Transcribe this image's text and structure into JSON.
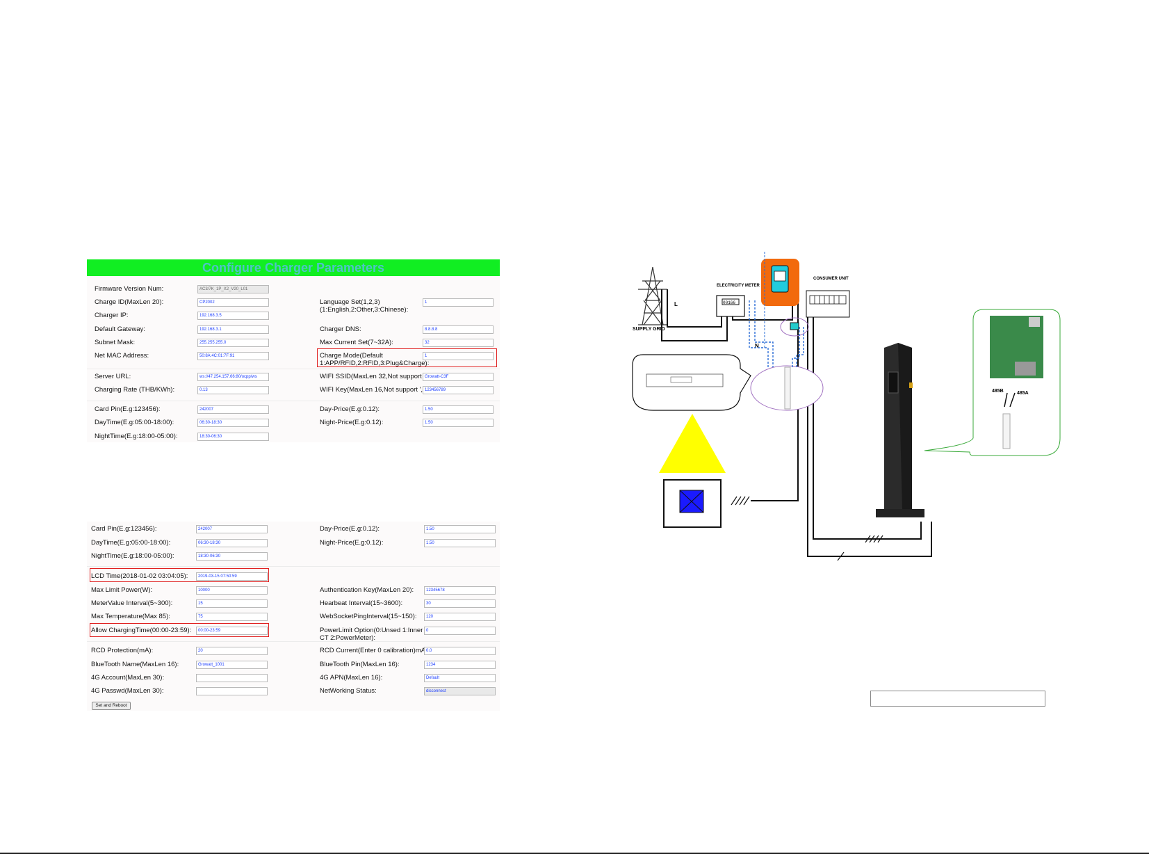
{
  "page1": {
    "title": "Configure Charger Parameters",
    "firmware": {
      "label": "Firmware Version Num:",
      "value": "AC3/7K_1P_X2_V20_L01"
    },
    "charge_id": {
      "label": "Charge ID(MaxLen 20):",
      "value": "CP2002"
    },
    "language": {
      "label": "Language Set(1,2,3) (1:English,2:Other,3:Chinese):",
      "value": "1"
    },
    "charger_ip": {
      "label": "Charger IP:",
      "value": "192.168.3.5"
    },
    "gateway": {
      "label": "Default Gateway:",
      "value": "192.168.3.1"
    },
    "dns": {
      "label": "Charger DNS:",
      "value": "8.8.8.8"
    },
    "subnet": {
      "label": "Subnet Mask:",
      "value": "255.255.255.0"
    },
    "max_current": {
      "label": "Max Current Set(7~32A):",
      "value": "32"
    },
    "mac": {
      "label": "Net MAC Address:",
      "value": "50:8A:4C:01:7F:91"
    },
    "charge_mode": {
      "label": "Charge Mode(Default 1:APP/RFID,2:RFID,3:Plug&Charge):",
      "value": "1"
    },
    "server_url": {
      "label": "Server URL:",
      "value": "ws://47.254.157.66:80/ocpp/ws"
    },
    "wifi_ssid": {
      "label": "WIFI SSID(MaxLen 32,Not support ','):",
      "value": "Growatt-C3F"
    },
    "charging_rate": {
      "label": "Charging Rate (THB/KWh):",
      "value": "0.13"
    },
    "wifi_key": {
      "label": "WIFI Key(MaxLen 16,Not support ','):",
      "value": "123456789"
    },
    "card_pin": {
      "label": "Card Pin(E.g:123456):",
      "value": "242007"
    },
    "day_price": {
      "label": "Day-Price(E.g:0.12):",
      "value": "1.50"
    },
    "daytime": {
      "label": "DayTime(E.g:05:00-18:00):",
      "value": "06:30-18:30"
    },
    "night_price": {
      "label": "Night-Price(E.g:0.12):",
      "value": "1.50"
    },
    "nighttime": {
      "label": "NightTime(E.g:18:00-05:00):",
      "value": "18:30-06:30"
    }
  },
  "page2": {
    "card_pin": {
      "label": "Card Pin(E.g:123456):",
      "value": "242007"
    },
    "day_price": {
      "label": "Day-Price(E.g:0.12):",
      "value": "1.50"
    },
    "daytime": {
      "label": "DayTime(E.g:05:00-18:00):",
      "value": "06:30-18:30"
    },
    "night_price": {
      "label": "Night-Price(E.g:0.12):",
      "value": "1.50"
    },
    "nighttime": {
      "label": "NightTime(E.g:18:00-05:00):",
      "value": "18:30-06:30"
    },
    "lcd_time": {
      "label": "LCD Time(2018-01-02 03:04:05):",
      "value": "2019-03-15 07:50:59"
    },
    "max_power": {
      "label": "Max Limit Power(W):",
      "value": "10000"
    },
    "auth_key": {
      "label": "Authentication Key(MaxLen 20):",
      "value": "12345678"
    },
    "meter_interval": {
      "label": "MeterValue Interval(5~300):",
      "value": "15"
    },
    "heartbeat": {
      "label": "Hearbeat Interval(15~3600):",
      "value": "30"
    },
    "max_temp": {
      "label": "Max Temperature(Max 85):",
      "value": "75"
    },
    "ws_ping": {
      "label": "WebSocketPingInterval(15~150):",
      "value": "120"
    },
    "allow_time": {
      "label": "Allow ChargingTime(00:00-23:59):",
      "value": "00:00-23:59"
    },
    "power_limit": {
      "label": "PowerLimit Option(0:Unsed 1:Inner CT 2:PowerMeter):",
      "value": "0"
    },
    "rcd_protection": {
      "label": "RCD Protection(mA):",
      "value": "20"
    },
    "rcd_current": {
      "label": "RCD Current(Enter 0 calibration)mA:",
      "value": "0.0"
    },
    "bt_name": {
      "label": "BlueTooth Name(MaxLen 16):",
      "value": "Growatt_1001"
    },
    "bt_pin": {
      "label": "BlueTooth Pin(MaxLen 16):",
      "value": "1234"
    },
    "g4_account": {
      "label": "4G Account(MaxLen 30):",
      "value": ""
    },
    "g4_apn": {
      "label": "4G APN(MaxLen 16):",
      "value": "Default"
    },
    "g4_passwd": {
      "label": "4G Passwd(MaxLen 30):",
      "value": ""
    },
    "net_status": {
      "label": "NetWorking Status:",
      "value": "disconnect"
    },
    "submit_label": "Set and Reboot"
  },
  "diagram": {
    "meter_label": "ELECTRICITY METER",
    "meter_reading": "00166",
    "consumer_label": "CONSUMER UNIT",
    "grid_label": "SUPPLY GRID",
    "line_l": "L",
    "line_n": "N",
    "label_485b": "485B",
    "label_485a": "485A",
    "colors": {
      "phone_bg": "#f26a0d",
      "house_roof": "#ffff00",
      "window": "#1a1aff",
      "ct": "#22cccc"
    }
  }
}
